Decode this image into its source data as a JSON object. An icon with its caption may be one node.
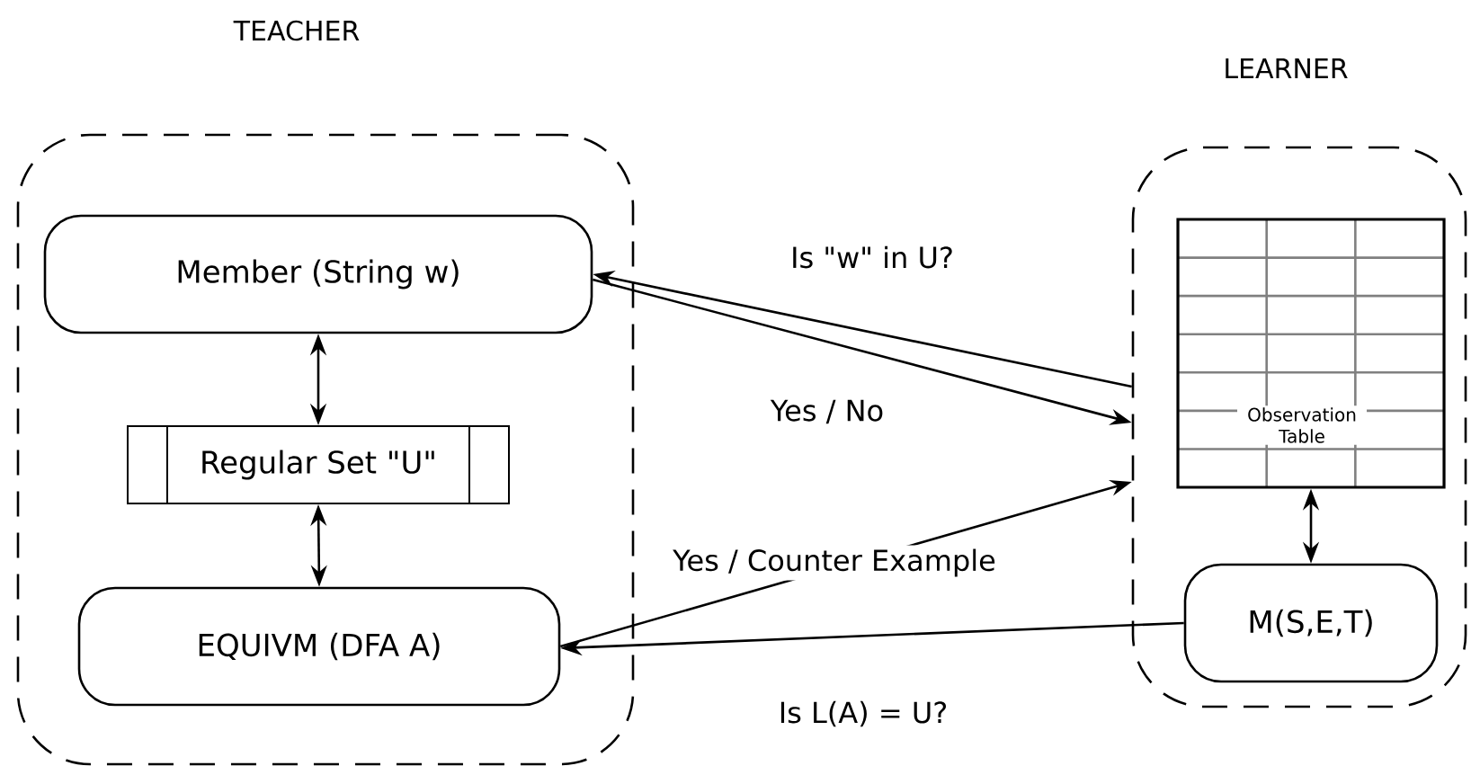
{
  "diagram": {
    "nodes": [
      {
        "text": [
          "TEACHER"
        ]
      },
      {
        "text": [
          "Member (String w)"
        ],
        "in": 0
      },
      {
        "text": [
          "Regular Set \"U\""
        ],
        "in": 0
      },
      {
        "text": [
          "EQUIVM (DFA A)"
        ],
        "in": 0
      },
      {
        "text": [
          "LEARNER"
        ]
      },
      {
        "text": [
          "Observation Table"
        ],
        "in": 4
      },
      {
        "text": [
          "M(S,E,T)"
        ],
        "in": 4
      }
    ],
    "edges": [
      {
        "from": 4,
        "to": 1,
        "arrow": "to",
        "label": "Is \"w\" in U?"
      },
      {
        "from": 1,
        "to": 4,
        "arrow": "to",
        "label": "Yes / No"
      },
      {
        "from": 3,
        "to": 4,
        "arrow": "to",
        "label": "Yes / Counter Example"
      },
      {
        "from": 6,
        "to": 3,
        "arrow": "to",
        "label": "Is L(A) = U?"
      },
      {
        "from": 1,
        "to": 2,
        "arrow": "both"
      },
      {
        "from": 2,
        "to": 3,
        "arrow": "both"
      },
      {
        "from": 5,
        "to": 6,
        "arrow": "both"
      }
    ]
  }
}
